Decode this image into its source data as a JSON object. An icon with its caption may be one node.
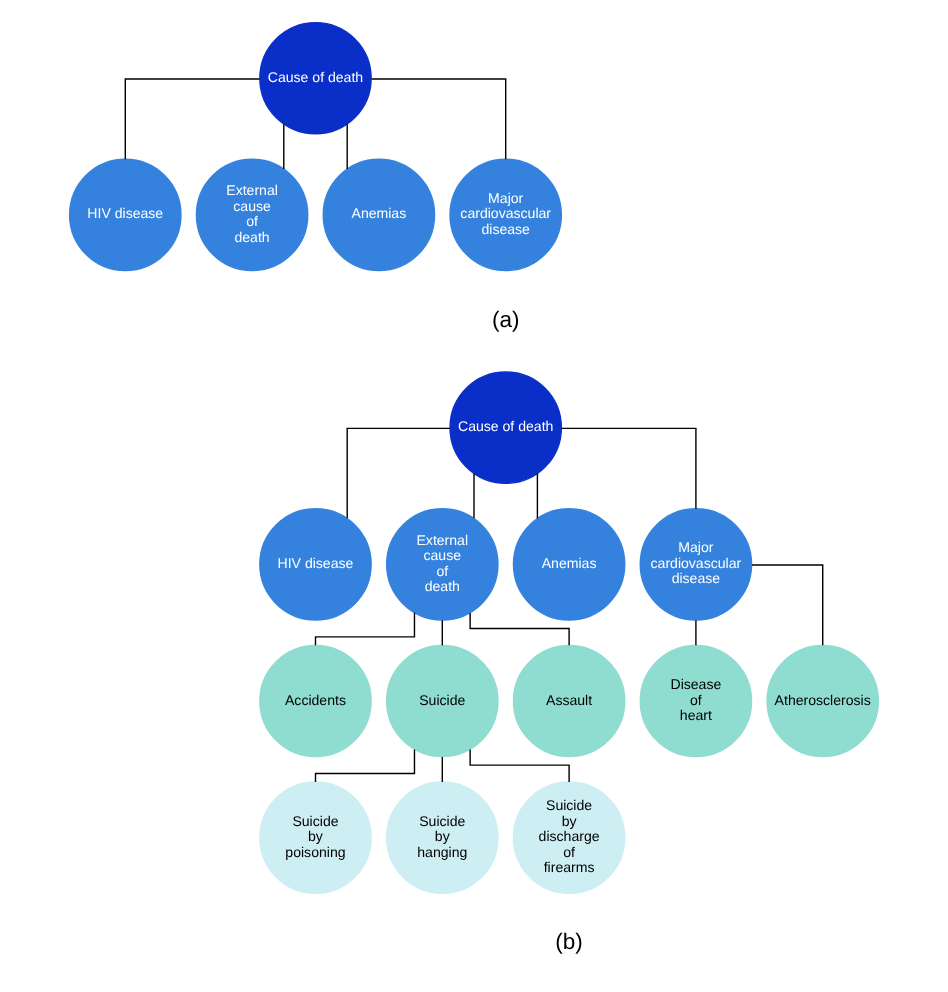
{
  "diagram": {
    "nodes": [
      {
        "text": [
          "Cause of death"
        ]
      },
      {
        "text": [
          "HIV disease"
        ]
      },
      {
        "text": [
          "External cause of death"
        ]
      },
      {
        "text": [
          "Anemias"
        ]
      },
      {
        "text": [
          "Major cardiovascular disease"
        ]
      },
      {
        "text": [
          "Cause of death"
        ]
      },
      {
        "text": [
          "HIV disease"
        ]
      },
      {
        "text": [
          "External cause of death"
        ]
      },
      {
        "text": [
          "Anemias"
        ]
      },
      {
        "text": [
          "Major cardiovascular disease"
        ]
      },
      {
        "text": [
          "Accidents"
        ]
      },
      {
        "text": [
          "Suicide"
        ]
      },
      {
        "text": [
          "Assault"
        ]
      },
      {
        "text": [
          "Disease of heart"
        ]
      },
      {
        "text": [
          "Atherosclerosis"
        ]
      },
      {
        "text": [
          "Suicide by poisoning"
        ]
      },
      {
        "text": [
          "Suicide by hanging"
        ]
      },
      {
        "text": [
          "Suicide by discharge of firearms"
        ]
      }
    ],
    "edges": [
      {
        "from": 0,
        "to": 1,
        "arrow": "none"
      },
      {
        "from": 0,
        "to": 2,
        "arrow": "none"
      },
      {
        "from": 0,
        "to": 3,
        "arrow": "none"
      },
      {
        "from": 0,
        "to": 4,
        "arrow": "none"
      },
      {
        "from": 5,
        "to": 6,
        "arrow": "none"
      },
      {
        "from": 5,
        "to": 7,
        "arrow": "none"
      },
      {
        "from": 5,
        "to": 8,
        "arrow": "none"
      },
      {
        "from": 5,
        "to": 9,
        "arrow": "none"
      },
      {
        "from": 7,
        "to": 10,
        "arrow": "none"
      },
      {
        "from": 7,
        "to": 11,
        "arrow": "none"
      },
      {
        "from": 7,
        "to": 12,
        "arrow": "none"
      },
      {
        "from": 9,
        "to": 13,
        "arrow": "none"
      },
      {
        "from": 9,
        "to": 14,
        "arrow": "none"
      },
      {
        "from": 11,
        "to": 15,
        "arrow": "none"
      },
      {
        "from": 11,
        "to": 16,
        "arrow": "none"
      },
      {
        "from": 11,
        "to": 17,
        "arrow": "none"
      }
    ],
    "labels": [
      "(a)",
      "(b)"
    ]
  }
}
